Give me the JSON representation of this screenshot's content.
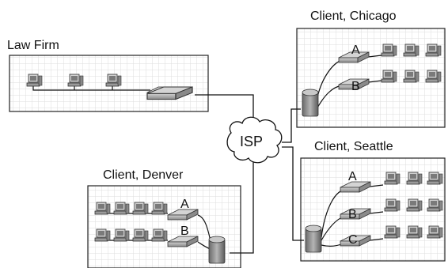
{
  "offices": {
    "law_firm": {
      "title": "Law Firm",
      "computers": 3
    },
    "chicago": {
      "title": "Client, Chicago",
      "hubs": [
        "A",
        "B"
      ],
      "computers_per_hub": 3
    },
    "seattle": {
      "title": "Client, Seattle",
      "hubs": [
        "A",
        "B",
        "C"
      ],
      "computers_per_hub": 3
    },
    "denver": {
      "title": "Client, Denver",
      "hubs": [
        "A",
        "B"
      ],
      "computers_per_hub": 4
    }
  },
  "isp": {
    "label": "ISP"
  },
  "colors": {
    "grid": "#dedede",
    "line": "#111111",
    "device": "#9a9a9a",
    "border": "#222222"
  }
}
